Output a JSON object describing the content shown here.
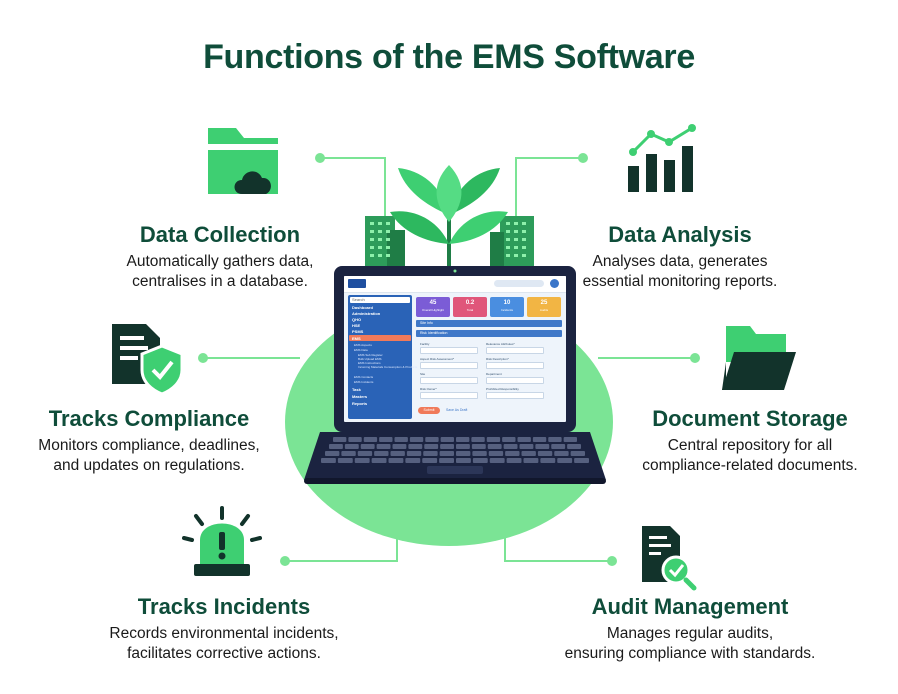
{
  "title": "Functions of the EMS Software",
  "colors": {
    "heading": "#0f4d3a",
    "accent_green": "#3ecf72",
    "dark_icon": "#12332b",
    "ellipse": "#7be495",
    "laptop_frame": "#1b2340"
  },
  "features": [
    {
      "id": "data_collection",
      "title": "Data Collection",
      "desc_line1": "Automatically gathers data,",
      "desc_line2": "centralises in a database.",
      "icon": "folder-cloud-icon"
    },
    {
      "id": "data_analysis",
      "title": "Data Analysis",
      "desc_line1": "Analyses data, generates",
      "desc_line2": "essential monitoring reports.",
      "icon": "bar-chart-trend-icon"
    },
    {
      "id": "tracks_compliance",
      "title": "Tracks Compliance",
      "desc_line1": "Monitors compliance, deadlines,",
      "desc_line2": "and updates on regulations.",
      "icon": "document-shield-icon"
    },
    {
      "id": "document_storage",
      "title": "Document Storage",
      "desc_line1": "Central repository for all",
      "desc_line2": "compliance-related documents.",
      "icon": "open-folder-icon"
    },
    {
      "id": "tracks_incidents",
      "title": "Tracks Incidents",
      "desc_line1": "Records environmental incidents,",
      "desc_line2": "facilitates corrective actions.",
      "icon": "alarm-siren-icon"
    },
    {
      "id": "audit_management",
      "title": "Audit Management",
      "desc_line1": "Manages regular audits,",
      "desc_line2": "ensuring compliance with standards.",
      "icon": "document-magnifier-icon"
    }
  ],
  "screen": {
    "search": "Search",
    "sidebar_items": [
      "Dashboard",
      "Administration",
      "QHO",
      "HSE",
      "PSMS",
      "EMS"
    ],
    "sidebar_sub": [
      "EMS Aspects",
      "EMS Data",
      "EMS Sub Register",
      "Bulk Upload EMS",
      "EMS Instructions",
      "Incoming Materials Consumption & Products"
    ],
    "sidebar_sub2": [
      "EMS Contacts",
      "EMS Incidents"
    ],
    "sidebar_bottom": [
      "Task",
      "Masters",
      "Reports"
    ],
    "cards": [
      {
        "value": "45",
        "label": "Overall Highlight",
        "color": "#7b5cd6"
      },
      {
        "value": "0.2",
        "label": "Total",
        "color": "#e0567a"
      },
      {
        "value": "10",
        "label": "Incidents",
        "color": "#4a8ee0"
      },
      {
        "value": "25",
        "label": "Audits",
        "color": "#f2b544"
      }
    ],
    "section1": "Site Info",
    "section2": "Risk Identification",
    "fields": [
      "Facility",
      "Relevance Attributes*",
      "Aspect Risk Assessment*",
      "Risk Description*",
      "Site",
      "Department",
      "Risk Owner*",
      "Prohibited Responsibility"
    ],
    "submit": "Submit",
    "draft": "Save As Draft"
  }
}
